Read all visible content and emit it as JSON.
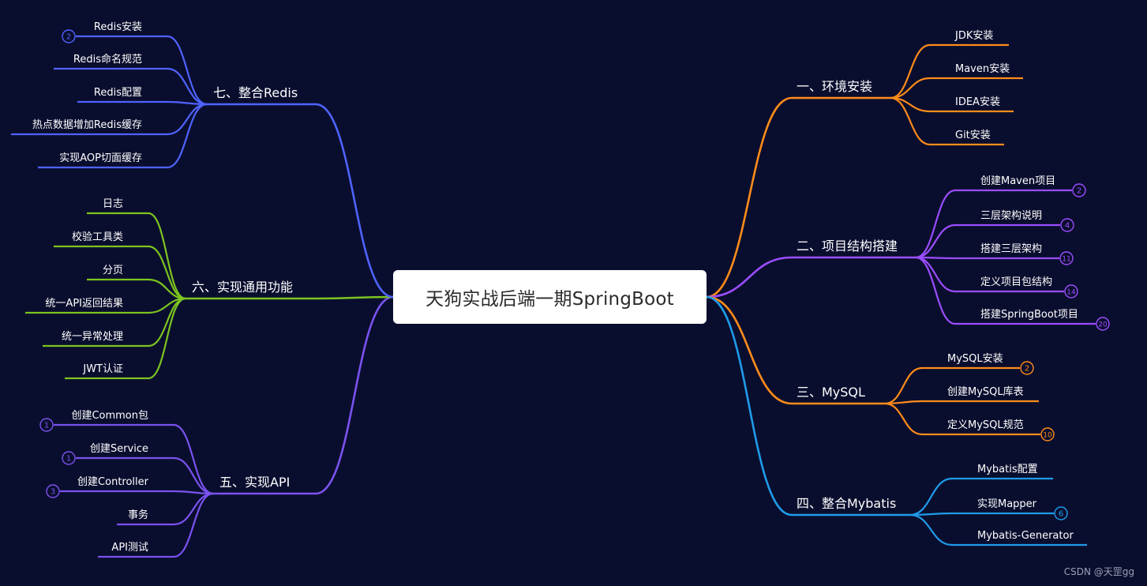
{
  "root": {
    "label": "天狗实战后端一期SpringBoot"
  },
  "watermark": "CSDN @天罡gg",
  "colors": {
    "background": "#0a0e2e",
    "orange": "#ff8c1a",
    "purple": "#9b4dff",
    "blue": "#1f9bea",
    "violet": "#7a52ee",
    "green": "#7cc420",
    "indigo": "#4f63ff"
  },
  "branches": [
    {
      "label": "一、环境安装",
      "color": "#ff8c1a",
      "children": [
        {
          "label": "JDK安装"
        },
        {
          "label": "Maven安装"
        },
        {
          "label": "IDEA安装"
        },
        {
          "label": "Git安装"
        }
      ]
    },
    {
      "label": "二、项目结构搭建",
      "color": "#9b4dff",
      "children": [
        {
          "label": "创建Maven项目",
          "badge": "2"
        },
        {
          "label": "三层架构说明",
          "badge": "4"
        },
        {
          "label": "搭建三层架构",
          "badge": "11"
        },
        {
          "label": "定义项目包结构",
          "badge": "14"
        },
        {
          "label": "搭建SpringBoot项目",
          "badge": "20"
        }
      ]
    },
    {
      "label": "三、MySQL",
      "color": "#ff8c1a",
      "children": [
        {
          "label": "MySQL安装",
          "badge": "2"
        },
        {
          "label": "创建MySQL库表"
        },
        {
          "label": "定义MySQL规范",
          "badge": "10"
        }
      ]
    },
    {
      "label": "四、整合Mybatis",
      "color": "#1f9bea",
      "children": [
        {
          "label": "Mybatis配置"
        },
        {
          "label": "实现Mapper",
          "badge": "6"
        },
        {
          "label": "Mybatis-Generator"
        }
      ]
    },
    {
      "label": "五、实现API",
      "color": "#7a52ee",
      "children": [
        {
          "label": "创建Common包",
          "badge": "1"
        },
        {
          "label": "创建Service",
          "badge": "1"
        },
        {
          "label": "创建Controller",
          "badge": "3"
        },
        {
          "label": "事务"
        },
        {
          "label": "API测试"
        }
      ]
    },
    {
      "label": "六、实现通用功能",
      "color": "#7cc420",
      "children": [
        {
          "label": "日志"
        },
        {
          "label": "校验工具类"
        },
        {
          "label": "分页"
        },
        {
          "label": "统一API返回结果"
        },
        {
          "label": "统一异常处理"
        },
        {
          "label": "JWT认证"
        }
      ]
    },
    {
      "label": "七、整合Redis",
      "color": "#4f63ff",
      "children": [
        {
          "label": "Redis安装",
          "badge": "2"
        },
        {
          "label": "Redis命名规范"
        },
        {
          "label": "Redis配置"
        },
        {
          "label": "热点数据增加Redis缓存"
        },
        {
          "label": "实现AOP切面缓存"
        }
      ]
    }
  ]
}
